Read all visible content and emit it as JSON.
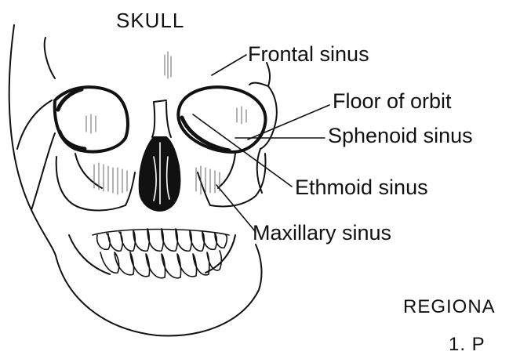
{
  "title": "SKULL",
  "labels": {
    "frontal": "Frontal sinus",
    "floor_orbit": "Floor of orbit",
    "sphenoid": "Sphenoid sinus",
    "ethmoid": "Ethmoid sinus",
    "maxillary": "Maxillary sinus"
  },
  "section_heading": "REGIONA",
  "list_item": "1. P"
}
